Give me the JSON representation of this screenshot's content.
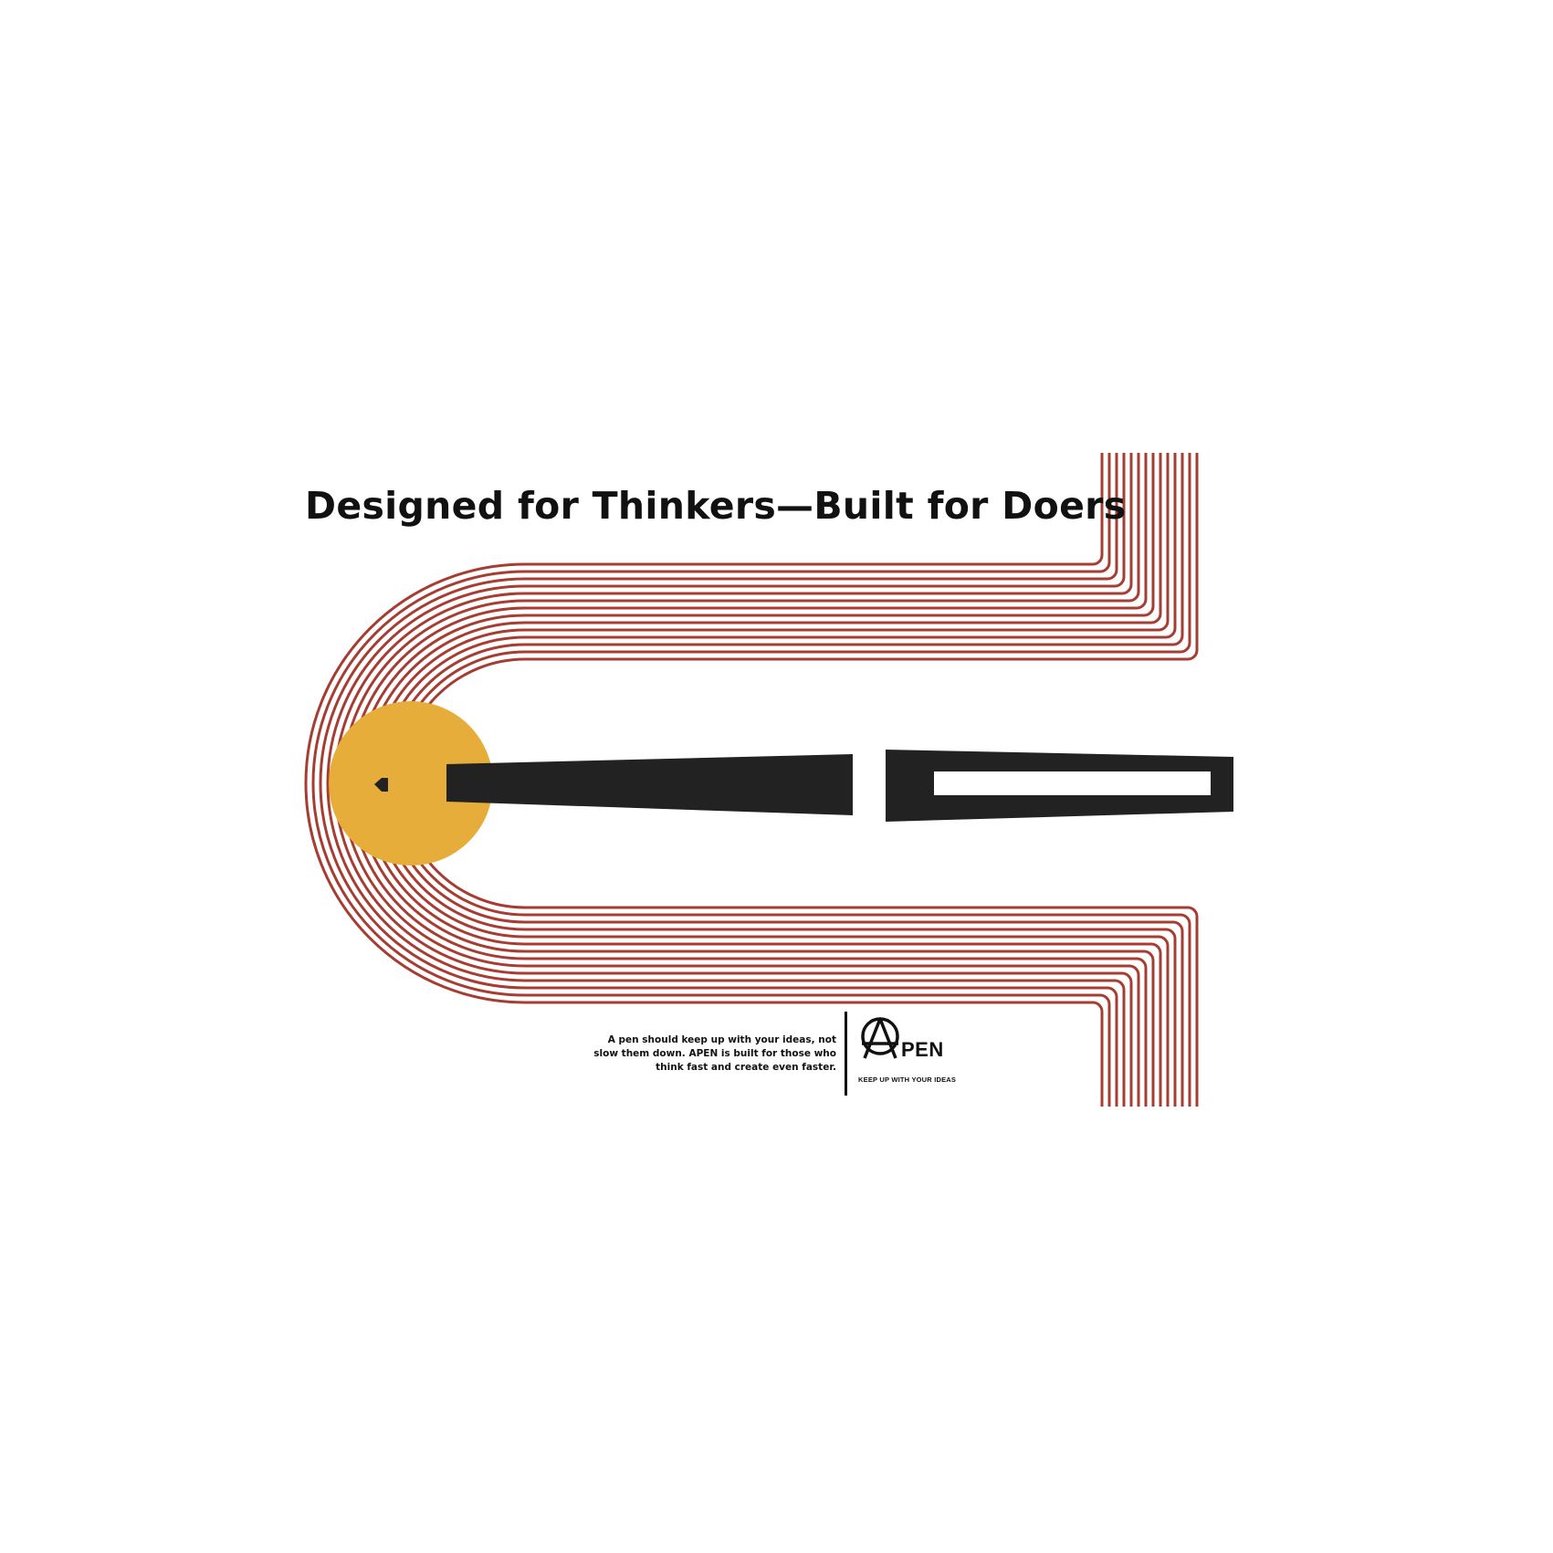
{
  "headline": "Designed for Thinkers—Built for Doers",
  "tagline": {
    "line1": "A pen should keep up with your ideas, not",
    "line2": "slow them down. APEN is built for those who",
    "line3": "think fast and create even faster."
  },
  "brand": {
    "name": "PEN",
    "slogan": "KEEP UP WITH YOUR IDEAS",
    "logo_icon": "anarchy-a-circle-icon"
  },
  "colors": {
    "stripes": "#a63d33",
    "sun": "#e6ad3b",
    "ink": "#222222",
    "background": "#ffffff"
  }
}
